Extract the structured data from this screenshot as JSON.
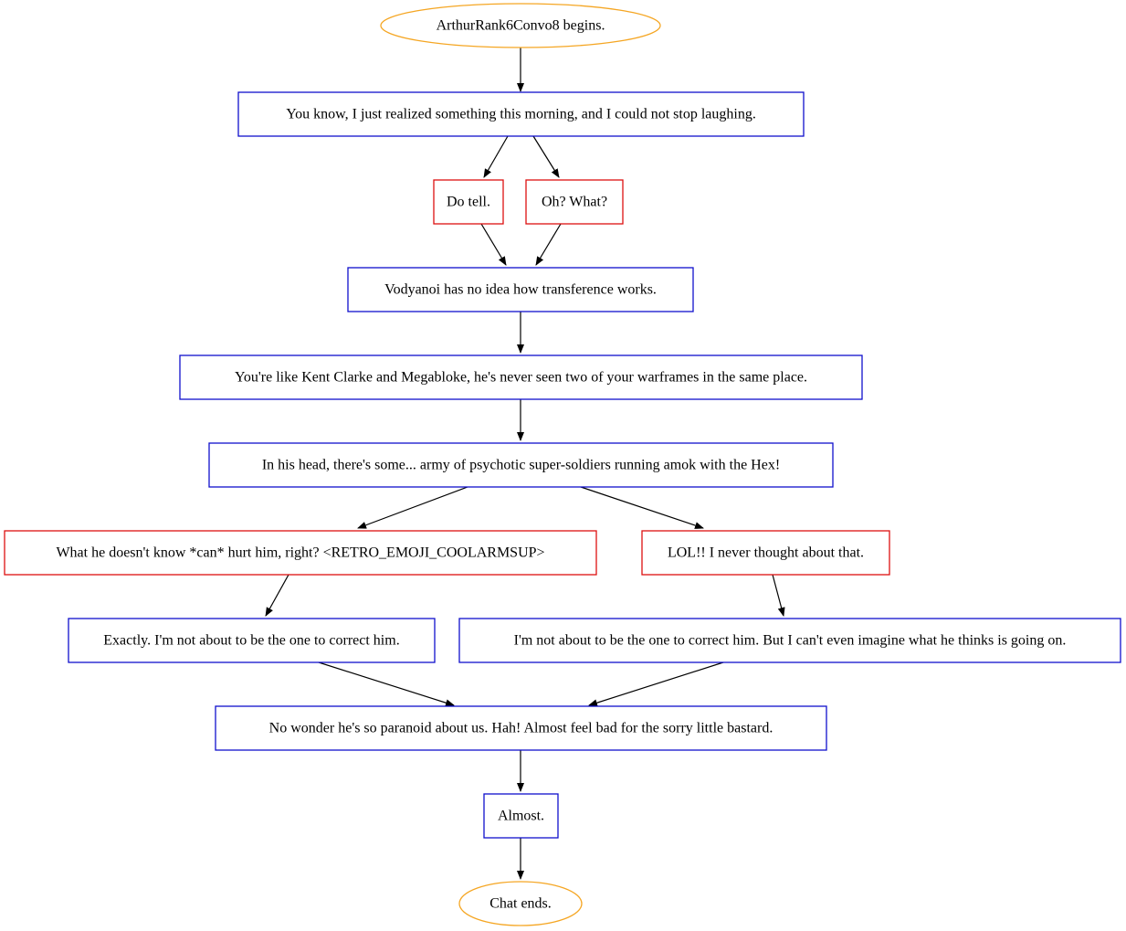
{
  "colors": {
    "terminal": "#f5a623",
    "npc": "#1010cc",
    "player": "#dd1111",
    "edge": "#000000"
  },
  "nodes": [
    {
      "id": "start",
      "kind": "terminal",
      "text": "ArthurRank6Convo8 begins."
    },
    {
      "id": "n1",
      "kind": "npc",
      "text": "You know, I just realized something this morning, and I could not stop laughing."
    },
    {
      "id": "p1",
      "kind": "player",
      "text": "Do tell."
    },
    {
      "id": "p2",
      "kind": "player",
      "text": "Oh? What?"
    },
    {
      "id": "n2",
      "kind": "npc",
      "text": "Vodyanoi has no idea how transference works."
    },
    {
      "id": "n3",
      "kind": "npc",
      "text": "You're like Kent Clarke and Megabloke, he's never seen two of your warframes in the same place."
    },
    {
      "id": "n4",
      "kind": "npc",
      "text": "In his head, there's some... army of psychotic super-soldiers running amok with the Hex!"
    },
    {
      "id": "p3",
      "kind": "player",
      "text": "What he doesn't know *can* hurt him, right? <RETRO_EMOJI_COOLARMSUP>"
    },
    {
      "id": "p4",
      "kind": "player",
      "text": "LOL!! I never thought about that."
    },
    {
      "id": "n5",
      "kind": "npc",
      "text": "Exactly. I'm not about to be the one to correct him."
    },
    {
      "id": "n6",
      "kind": "npc",
      "text": "I'm not about to be the one to correct him. But I can't even imagine what he thinks is going on."
    },
    {
      "id": "n7",
      "kind": "npc",
      "text": "No wonder he's so paranoid about us. Hah! Almost feel bad for the sorry little bastard."
    },
    {
      "id": "n8",
      "kind": "npc",
      "text": "Almost."
    },
    {
      "id": "end",
      "kind": "terminal",
      "text": "Chat ends."
    }
  ],
  "edges": [
    [
      "start",
      "n1"
    ],
    [
      "n1",
      "p1"
    ],
    [
      "n1",
      "p2"
    ],
    [
      "p1",
      "n2"
    ],
    [
      "p2",
      "n2"
    ],
    [
      "n2",
      "n3"
    ],
    [
      "n3",
      "n4"
    ],
    [
      "n4",
      "p3"
    ],
    [
      "n4",
      "p4"
    ],
    [
      "p3",
      "n5"
    ],
    [
      "p4",
      "n6"
    ],
    [
      "n5",
      "n7"
    ],
    [
      "n6",
      "n7"
    ],
    [
      "n7",
      "n8"
    ],
    [
      "n8",
      "end"
    ]
  ]
}
